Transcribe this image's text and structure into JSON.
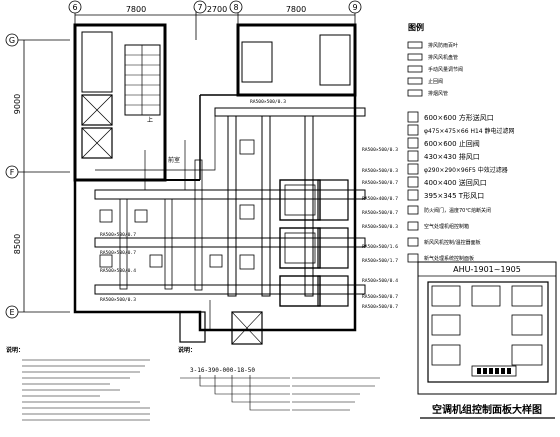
{
  "dimensions": {
    "top_left": "7800",
    "top_mid": "2700",
    "top_right": "7800",
    "left_upper": "9000",
    "left_lower": "8500"
  },
  "grid_bubbles": {
    "top": [
      "6",
      "7",
      "8",
      "9"
    ],
    "left": [
      "G",
      "F",
      "E"
    ]
  },
  "legend": {
    "title": "图例",
    "symbols": [
      "排风防雨百叶",
      "排风风机盘管",
      "手动风量调节阀",
      "止回阀",
      "排烟风管"
    ],
    "sizes": [
      "600×600 方形送风口",
      "φ475×475×66 H14 静电过滤网",
      "600×600 止回阀",
      "430×430 排风口",
      "φ290×290×96F5 中效过滤器",
      "400×400 送回风口",
      "395×345 T形风口"
    ],
    "notes": [
      "防火阀门，温度70℃熔断关闭",
      "空气处理机组控制箱",
      "新风风机控制/温控器面板",
      "新气处理系统控制面板"
    ]
  },
  "detail": {
    "title": "AHU-1901~1905",
    "caption": "空调机组控制面板大样图"
  },
  "labels": {
    "room_label": "前室",
    "up_label": "上",
    "notes_title": "说明：",
    "notes_title2": "说明：",
    "callout_code": "3-16-390-000-18-50"
  },
  "duct_tags": [
    "RA500×500/0.3",
    "RA500×500/0.3",
    "RA500×500/0.7",
    "RA500×400/0.7",
    "RA500×500/0.7",
    "RA500×500/0.3",
    "RA500×500/1.6",
    "RA500×500/1.7",
    "RA500×500/0.4",
    "RA500×500/0.7",
    "RA500×500/0.7",
    "RA500×500/0.3",
    "RA500×500/0.7",
    "RA500×500/0.4",
    "RA500×500/0.3",
    "RA500×500/0.7"
  ]
}
